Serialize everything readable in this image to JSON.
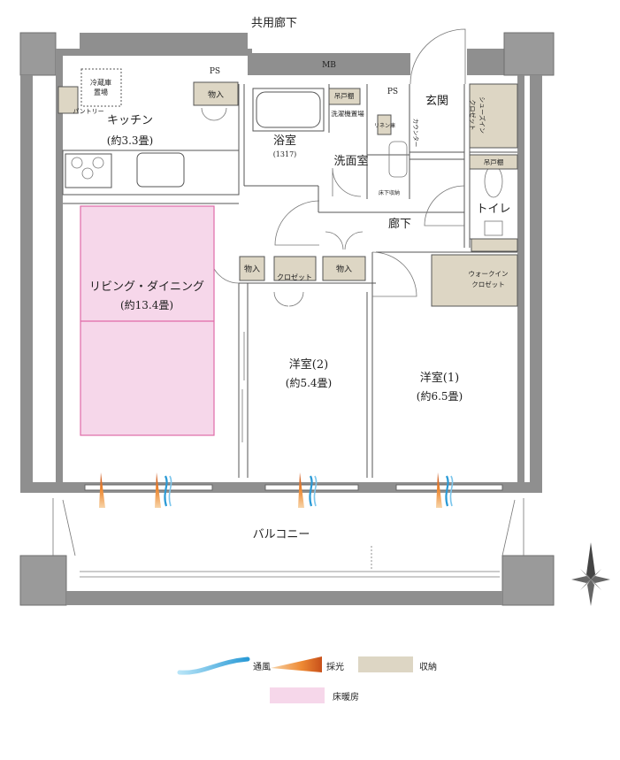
{
  "corridor": "共用廊下",
  "balcony": "バルコニー",
  "rooms": {
    "kitchen": "キッチン",
    "kitchen_size": "(約3.3畳)",
    "living": "リビング・ダイニング",
    "living_size": "(約13.4畳)",
    "bath": "浴室",
    "bath_code": "(1317)",
    "washroom": "洗面室",
    "entrance": "玄関",
    "toilet": "トイレ",
    "hallway": "廊下",
    "west2": "洋室(2)",
    "west2_size": "(約5.4畳)",
    "west1": "洋室(1)",
    "west1_size": "(約6.5畳)"
  },
  "storage": {
    "ps1": "PS",
    "ps2": "PS",
    "mb": "MB",
    "fridge": "冷蔵庫\n置場",
    "pantry": "パントリー",
    "monoire1": "物入",
    "monoire2": "物入",
    "monoire3": "物入",
    "closet": "クロゼット",
    "tsuritodana1": "吊戸棚",
    "tsuritodana2": "吊戸棚",
    "washer": "洗濯機置場",
    "linen": "リネン庫",
    "counter": "カウンター",
    "underfloor": "床下収納",
    "shoes_closet": "シューズイン\nクロゼット",
    "walkin": "ウォークイン\nクロゼット"
  },
  "legend": {
    "ventilation": "通風",
    "daylight": "採光",
    "storage": "収納",
    "floor_heating": "床暖房"
  },
  "colors": {
    "storage": "#ddd6c4",
    "floor_heating": "#f6d7ea",
    "ventilation": "#3aa8e0",
    "daylight": "#e8752a"
  }
}
